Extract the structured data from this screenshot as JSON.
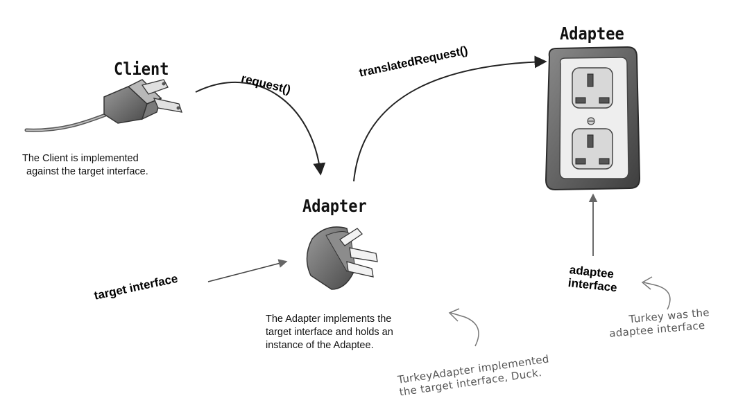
{
  "nodes": {
    "client": {
      "title": "Client",
      "description": [
        "The Client is implemented",
        "against the target interface."
      ]
    },
    "adapter": {
      "title": "Adapter",
      "description": [
        "The Adapter implements the",
        "target interface and holds an",
        "instance of the Adaptee."
      ]
    },
    "adaptee": {
      "title": "Adaptee"
    }
  },
  "edges": {
    "request": "request()",
    "translated_request": "translatedRequest()",
    "target_interface": "target interface",
    "adaptee_interface": [
      "adaptee",
      "interface"
    ]
  },
  "notes": {
    "turkey_adapter": [
      "TurkeyAdapter implemented",
      "the target interface, Duck."
    ],
    "turkey_adaptee": [
      "Turkey was the",
      "adaptee interface"
    ]
  },
  "colors": {
    "plug_gray": "#6b6b6b",
    "outlet_frame": "#5a5a5a",
    "outlet_face": "#eeeeee",
    "arrow": "#222222",
    "note_gray": "#777777"
  }
}
